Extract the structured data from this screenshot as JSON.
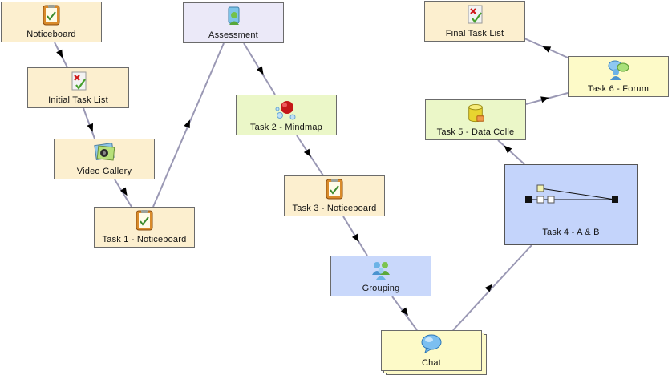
{
  "nodes": {
    "noticeboard": "Noticeboard",
    "initial_task_list": "Initial Task List",
    "video_gallery": "Video Gallery",
    "task1": "Task 1 - Noticeboard",
    "assessment": "Assessment",
    "task2": "Task 2 - Mindmap",
    "task3": "Task 3 - Noticeboard",
    "grouping": "Grouping",
    "chat": "Chat",
    "task4": "Task 4 - A & B",
    "task5": "Task 5 - Data Colle",
    "task6": "Task 6 - Forum",
    "final_task_list": "Final Task List"
  },
  "icons": {
    "noticeboard": "noticeboard-icon",
    "initial_task_list": "task-list-icon",
    "video_gallery": "gallery-icon",
    "task1": "noticeboard-icon",
    "assessment": "assessment-icon",
    "task2": "mindmap-icon",
    "task3": "noticeboard-icon",
    "grouping": "grouping-icon",
    "chat": "chat-icon",
    "task4": "branching-icon",
    "task5": "data-collection-icon",
    "task6": "forum-icon",
    "final_task_list": "task-list-icon"
  },
  "colors": {
    "beige": "#fcefcf",
    "lavender": "#ebe9f8",
    "green": "#ebf7c8",
    "yellow": "#fdfac8",
    "blue": "#c9d8fb",
    "connector": "#9a98b4"
  }
}
